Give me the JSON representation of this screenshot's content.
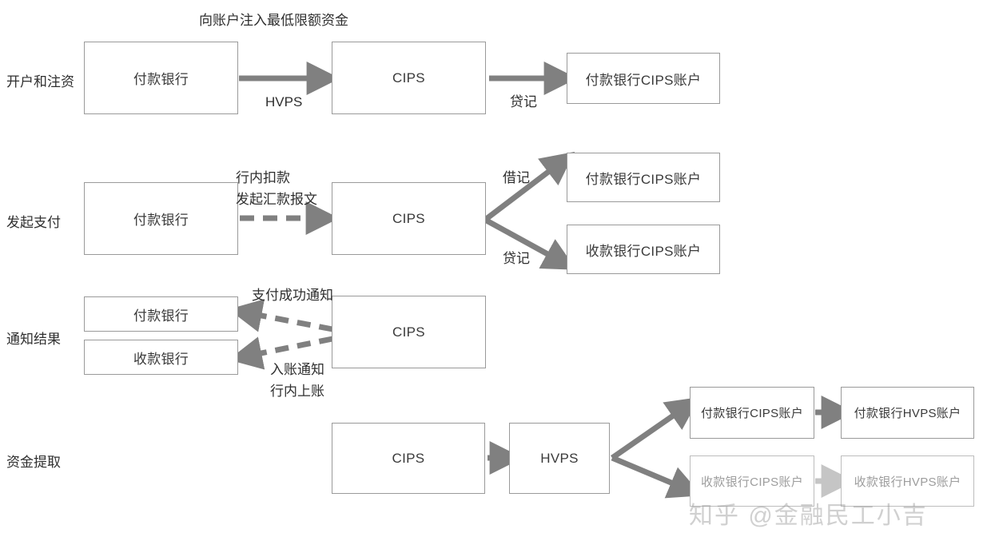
{
  "diagram": {
    "title_note": "向账户注入最低限额资金",
    "watermark": "知乎 @金融民工小吉",
    "colors": {
      "box_border": "#9a9a9a",
      "arrow": "#808080",
      "text": "#2f2f2f",
      "faded_text": "#9d9d9d"
    },
    "rows": [
      {
        "label": "开户和注资",
        "nodes": [
          {
            "name": "payer-bank",
            "text": "付款银行"
          },
          {
            "name": "cips",
            "text": "CIPS"
          },
          {
            "name": "payer-bank-cips-account",
            "text": "付款银行CIPS账户"
          }
        ],
        "edges": [
          {
            "name": "hvps-edge",
            "text": "HVPS",
            "style": "solid"
          },
          {
            "name": "credit-edge",
            "text": "贷记",
            "style": "solid"
          }
        ]
      },
      {
        "label": "发起支付",
        "nodes": [
          {
            "name": "payer-bank",
            "text": "付款银行"
          },
          {
            "name": "cips",
            "text": "CIPS"
          },
          {
            "name": "payer-bank-cips-account",
            "text": "付款银行CIPS账户"
          },
          {
            "name": "payee-bank-cips-account",
            "text": "收款银行CIPS账户"
          }
        ],
        "edges": [
          {
            "name": "internal-debit-edge",
            "text_line1": "行内扣款",
            "text_line2": "发起汇款报文",
            "style": "dashed"
          },
          {
            "name": "debit-edge",
            "text": "借记",
            "style": "solid"
          },
          {
            "name": "credit-edge",
            "text": "贷记",
            "style": "solid"
          }
        ]
      },
      {
        "label": "通知结果",
        "nodes": [
          {
            "name": "payer-bank",
            "text": "付款银行"
          },
          {
            "name": "payee-bank",
            "text": "收款银行"
          },
          {
            "name": "cips",
            "text": "CIPS"
          }
        ],
        "edges": [
          {
            "name": "payment-success-notice-edge",
            "text": "支付成功通知",
            "style": "dashed"
          },
          {
            "name": "credit-notice-edge",
            "text_line1": "入账通知",
            "text_line2": "行内上账",
            "style": "dashed"
          }
        ]
      },
      {
        "label": "资金提取",
        "nodes": [
          {
            "name": "cips",
            "text": "CIPS"
          },
          {
            "name": "hvps",
            "text": "HVPS"
          },
          {
            "name": "payer-bank-cips-account",
            "text": "付款银行CIPS账户"
          },
          {
            "name": "payer-bank-hvps-account",
            "text": "付款银行HVPS账户"
          },
          {
            "name": "payee-bank-cips-account",
            "text": "收款银行CIPS账户"
          },
          {
            "name": "payee-bank-hvps-account",
            "text": "收款银行HVPS账户"
          }
        ],
        "edges": []
      }
    ]
  }
}
